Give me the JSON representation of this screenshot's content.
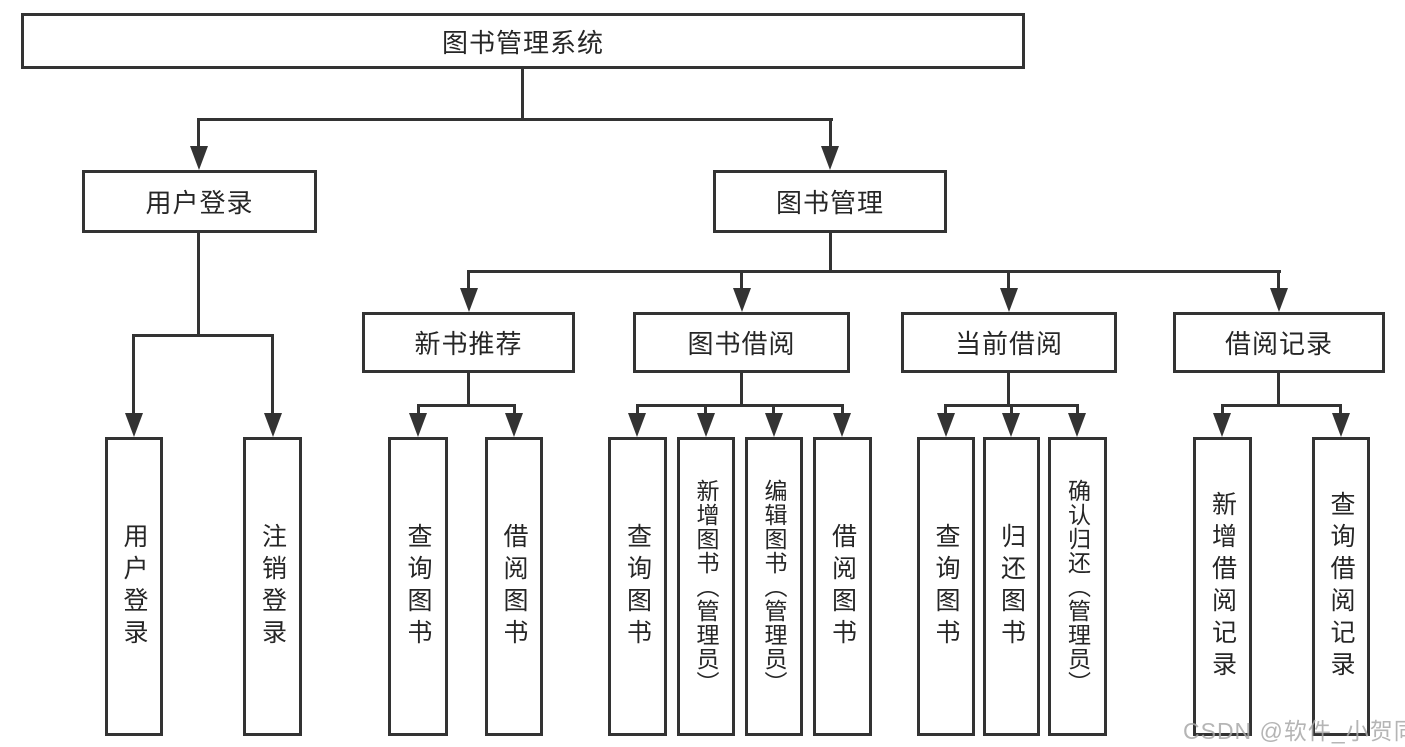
{
  "diagram_title": "图书管理系统",
  "colors": {
    "line": "#333333",
    "box_border": "#333333",
    "text": "#262626",
    "background": "#ffffff",
    "watermark": "#a9a9a9"
  },
  "tree": {
    "root": {
      "label": "图书管理系统"
    },
    "level2": [
      {
        "label": "用户登录"
      },
      {
        "label": "图书管理"
      }
    ],
    "level3": [
      {
        "label": "新书推荐"
      },
      {
        "label": "图书借阅"
      },
      {
        "label": "当前借阅"
      },
      {
        "label": "借阅记录"
      }
    ],
    "leaves": {
      "user_login": [
        "用户登录",
        "注销登录"
      ],
      "new_book_recommend": [
        "查询图书",
        "借阅图书"
      ],
      "book_borrow": [
        "查询图书",
        "新增图书（管理员）",
        "编辑图书（管理员）",
        "借阅图书"
      ],
      "current_borrow": [
        "查询图书",
        "归还图书",
        "确认归还（管理员）"
      ],
      "borrow_record": [
        "新增借阅记录",
        "查询借阅记录"
      ]
    }
  },
  "watermark": {
    "text": "CSDN @软件_小贺同学"
  }
}
